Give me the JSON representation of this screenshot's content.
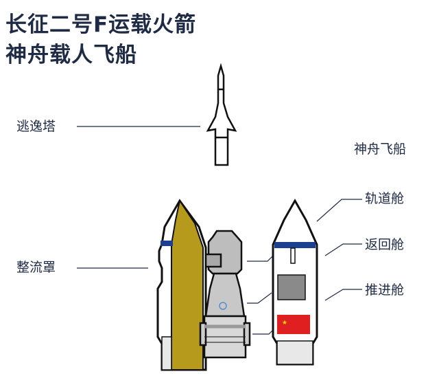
{
  "title": {
    "line1": "长征二号F运载火箭",
    "line2": "神舟载人飞船"
  },
  "labels": {
    "escape_tower": "逃逸塔",
    "fairing": "整流罩",
    "spacecraft": "神舟飞船",
    "orbital_module": "轨道舱",
    "reentry_module": "返回舱",
    "service_module": "推进舱"
  },
  "colors": {
    "text": "#1f2b45",
    "fairing_gold": "#b59a1c",
    "band_blue": "#1d3f8f",
    "flag_red": "#e02020",
    "capsule_gray": "#b8b8b8"
  }
}
